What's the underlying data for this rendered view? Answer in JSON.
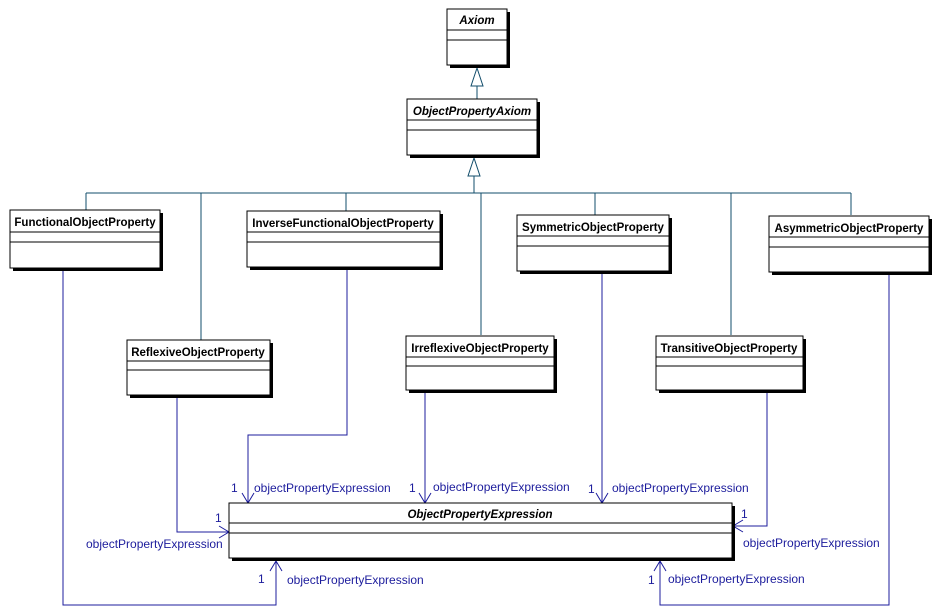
{
  "classes": {
    "axiom": {
      "name": "Axiom",
      "abstract": true
    },
    "object_property_axiom": {
      "name": "ObjectPropertyAxiom",
      "abstract": true
    },
    "functional": {
      "name": "FunctionalObjectProperty",
      "abstract": false
    },
    "inverse_functional": {
      "name": "InverseFunctionalObjectProperty",
      "abstract": false
    },
    "symmetric": {
      "name": "SymmetricObjectProperty",
      "abstract": false
    },
    "asymmetric": {
      "name": "AsymmetricObjectProperty",
      "abstract": false
    },
    "reflexive": {
      "name": "ReflexiveObjectProperty",
      "abstract": false
    },
    "irreflexive": {
      "name": "IrreflexiveObjectProperty",
      "abstract": false
    },
    "transitive": {
      "name": "TransitiveObjectProperty",
      "abstract": false
    },
    "object_property_expression": {
      "name": "ObjectPropertyExpression",
      "abstract": true
    }
  },
  "associations": {
    "functional": {
      "role": "objectPropertyExpression",
      "multiplicity": "1"
    },
    "reflexive": {
      "role": "objectPropertyExpression",
      "multiplicity": "1"
    },
    "inverse_functional": {
      "role": "objectPropertyExpression",
      "multiplicity": "1"
    },
    "irreflexive": {
      "role": "objectPropertyExpression",
      "multiplicity": "1"
    },
    "symmetric": {
      "role": "objectPropertyExpression",
      "multiplicity": "1"
    },
    "transitive": {
      "role": "objectPropertyExpression",
      "multiplicity": "1"
    },
    "asymmetric": {
      "role": "objectPropertyExpression",
      "multiplicity": "1"
    }
  },
  "colors": {
    "generalization": "#124d6b",
    "association": "#1c1c9c",
    "class_border": "#000000",
    "class_fill": "#ffffff"
  }
}
